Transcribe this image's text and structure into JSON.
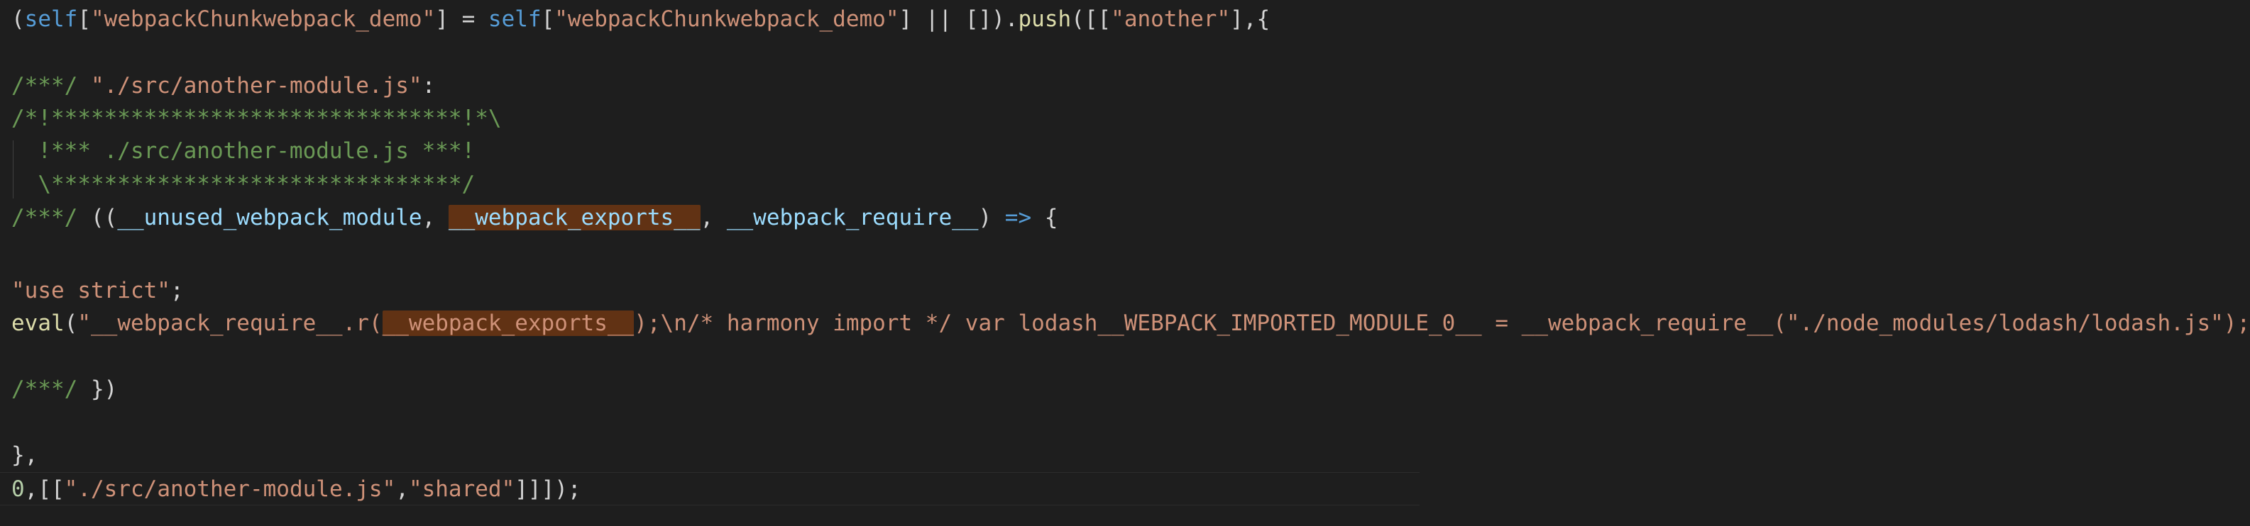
{
  "lines": {
    "l1": {
      "t1": "(",
      "t2": "self",
      "t3": "[",
      "t4": "\"webpackChunkwebpack_demo\"",
      "t5": "] = ",
      "t6": "self",
      "t7": "[",
      "t8": "\"webpackChunkwebpack_demo\"",
      "t9": "] || []).",
      "t10": "push",
      "t11": "([[",
      "t12": "\"another\"",
      "t13": "],{"
    },
    "l3": {
      "t1": "/***/ ",
      "t2": "\"./src/another-module.js\"",
      "t3": ":"
    },
    "l4": {
      "t1": "/*!*******************************!*\\"
    },
    "l5": {
      "t1": "  !*** ./src/another-module.js ***!"
    },
    "l6": {
      "t1": "  \\*******************************/"
    },
    "l7": {
      "t1": "/***/ ",
      "t2": "((",
      "t3": "__unused_webpack_module",
      "t4": ", ",
      "t5": "__webpack_exports__",
      "t6": ", ",
      "t7": "__webpack_require__",
      "t8": ") ",
      "t9": "=>",
      "t10": " {"
    },
    "l9": {
      "t1": "\"use strict\"",
      "t2": ";"
    },
    "l10": {
      "t1": "eval",
      "t2": "(",
      "t3": "\"__webpack_require__.r(",
      "t4": "__webpack_exports__",
      "t5": ");\\n/* harmony import */ var lodash__WEBPACK_IMPORTED_MODULE_0__ = __webpack_require__(\"./node_modules/lodash/lodash.js\");"
    },
    "l12": {
      "t1": "/***/ ",
      "t2": "})"
    },
    "l14": {
      "t1": "},"
    },
    "l15": {
      "t1": "0",
      "t2": ",[[",
      "t3": "\"./src/another-module.js\"",
      "t4": ",",
      "t5": "\"shared\"",
      "t6": "]]]);"
    }
  },
  "colors": {
    "background": "#1e1e1e",
    "comment": "#6a9955",
    "string": "#ce9178",
    "variable": "#9cdcfe",
    "function": "#dcdcaa",
    "keyword": "#569cd6",
    "number": "#b5cea8",
    "highlight": "#613214"
  }
}
